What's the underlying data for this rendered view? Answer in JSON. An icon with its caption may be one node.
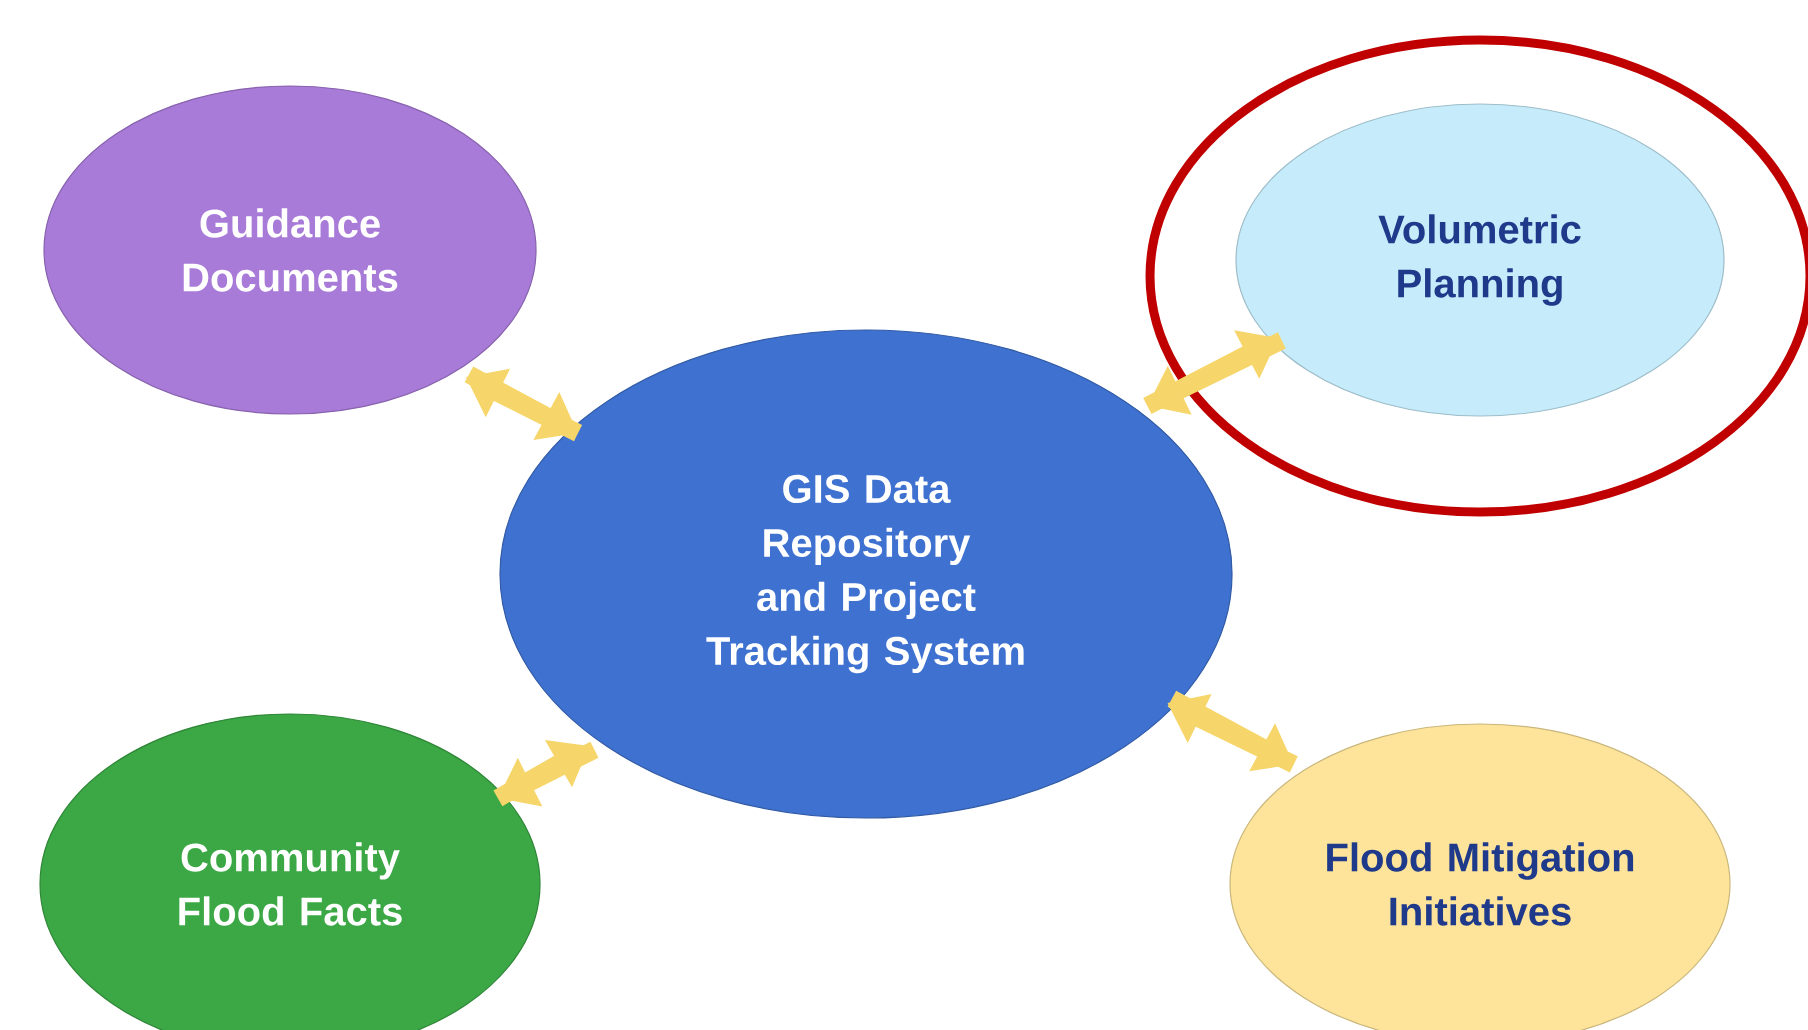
{
  "diagram": {
    "nodes": [
      {
        "text": [
          "GIS Data Repository and Project Tracking System"
        ]
      },
      {
        "text": [
          "Guidance Documents"
        ]
      },
      {
        "text": [],
        "shape": "circle"
      },
      {
        "text": [
          "Volumetric Planning"
        ],
        "in": 2
      },
      {
        "text": [
          "Community Flood Facts"
        ]
      },
      {
        "text": [
          "Flood Mitigation Initiatives"
        ]
      }
    ],
    "edges": [
      {
        "from": 0,
        "to": 1,
        "arrow": "to"
      },
      {
        "from": 1,
        "to": 0,
        "arrow": "to"
      },
      {
        "from": 0,
        "to": 3,
        "arrow": "to"
      },
      {
        "from": 3,
        "to": 0,
        "arrow": "to"
      },
      {
        "from": 0,
        "to": 4,
        "arrow": "to"
      },
      {
        "from": 4,
        "to": 0,
        "arrow": "to"
      },
      {
        "from": 0,
        "to": 5,
        "arrow": "to"
      },
      {
        "from": 5,
        "to": 0,
        "arrow": "to"
      }
    ]
  }
}
